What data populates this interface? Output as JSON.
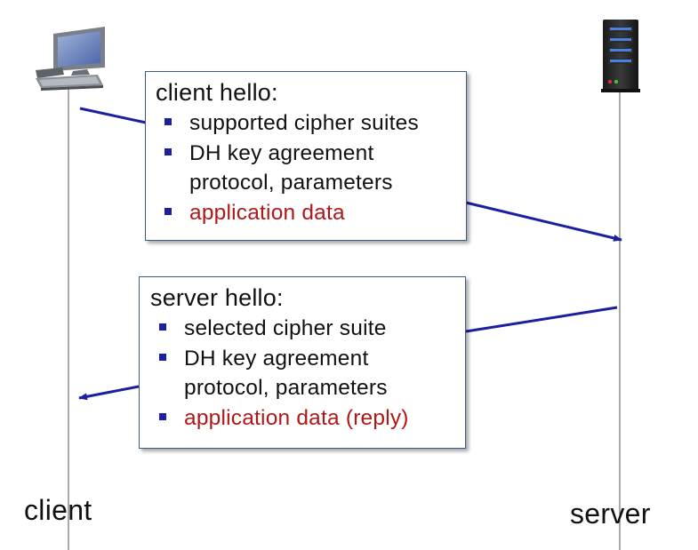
{
  "client_hello": {
    "title": "client hello:",
    "items": [
      {
        "text": "supported cipher suites",
        "highlight": false
      },
      {
        "text": "DH key agreement\nprotocol, parameters",
        "highlight": false
      },
      {
        "text": "application data",
        "highlight": true
      }
    ]
  },
  "server_hello": {
    "title": "server hello:",
    "items": [
      {
        "text": "selected cipher suite",
        "highlight": false
      },
      {
        "text": "DH key agreement\nprotocol, parameters",
        "highlight": false
      },
      {
        "text": "application data (reply)",
        "highlight": true
      }
    ]
  },
  "labels": {
    "client": "client",
    "server": "server"
  },
  "icons": {
    "client": "desktop-computer-icon",
    "server": "server-tower-icon"
  },
  "colors": {
    "arrow": "#1b1fa0",
    "bullet": "#1b1fa0",
    "highlight_text": "#b01818",
    "box_border": "#3d5a8a",
    "lifeline": "#555555"
  }
}
